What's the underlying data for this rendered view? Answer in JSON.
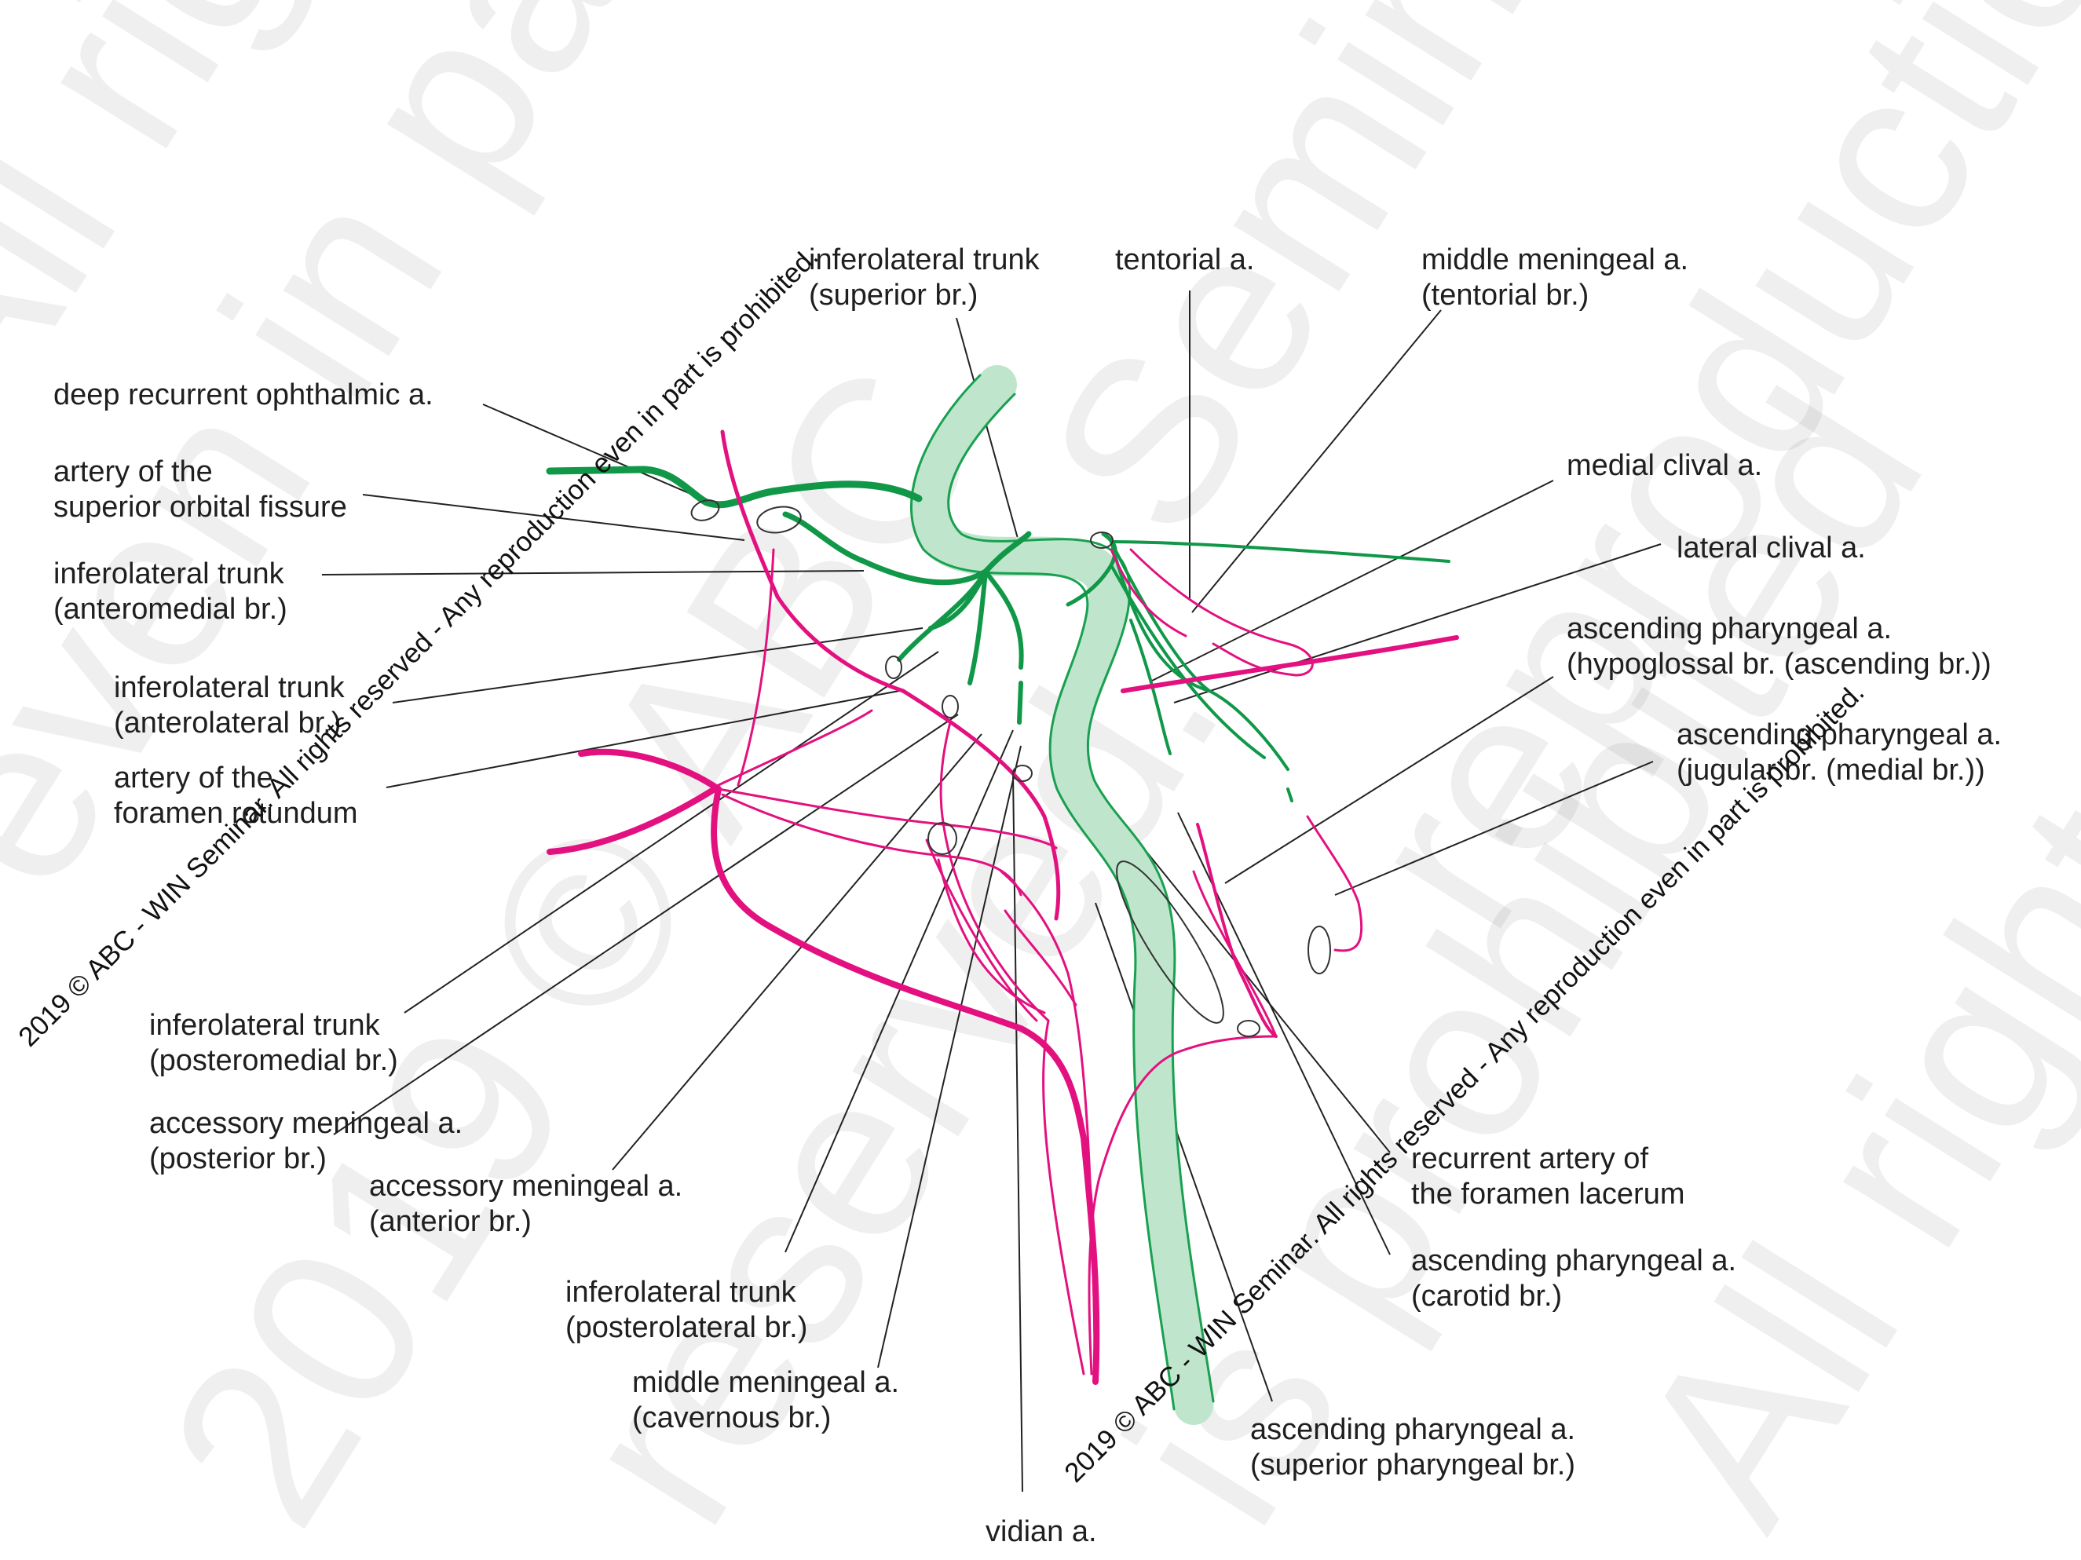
{
  "watermark": {
    "background_lines": [
      "All rights",
      "even in part",
      "2019 © ABC",
      "reserved.",
      "Seminar",
      "reproduction",
      "is prohibited",
      "All rights"
    ]
  },
  "copyright_notices": [
    "2019 © ABC - WIN Seminar. All rights reserved - Any reproduction even in part is prohibited.",
    "2019 © ABC - WIN Seminar. All rights reserved - Any reproduction even in part is prohibited."
  ],
  "colors": {
    "internal_carotid": "#bfe6cc",
    "green_vessels": "#109848",
    "pink_vessels": "#e3117f",
    "leader_lines": "#222222"
  },
  "labels": {
    "deep_recurrent_ophthalmic": [
      "deep recurrent ophthalmic a."
    ],
    "sup_orbital_fissure": [
      "artery of the",
      "superior orbital fissure"
    ],
    "ilt_anteromedial": [
      "inferolateral trunk",
      "(anteromedial br.)"
    ],
    "ilt_anterolateral": [
      "inferolateral trunk",
      "(anterolateral br.)"
    ],
    "foramen_rotundum": [
      "artery of the",
      "foramen rotundum"
    ],
    "ilt_posteromedial": [
      "inferolateral trunk",
      "(posteromedial br.)"
    ],
    "acc_meningeal_posterior": [
      "accessory meningeal a.",
      "(posterior br.)"
    ],
    "acc_meningeal_anterior": [
      "accessory meningeal a.",
      "(anterior br.)"
    ],
    "ilt_posterolateral": [
      "inferolateral trunk",
      "(posterolateral br.)"
    ],
    "mma_cavernous": [
      "middle meningeal a.",
      "(cavernous br.)"
    ],
    "vidian": [
      "vidian a."
    ],
    "ilt_superior": [
      "inferolateral trunk",
      "(superior br.)"
    ],
    "tentorial": [
      "tentorial a."
    ],
    "mma_tentorial": [
      "middle meningeal a.",
      "(tentorial br.)"
    ],
    "medial_clival": [
      "medial clival a."
    ],
    "lateral_clival": [
      "lateral clival a."
    ],
    "apa_hypoglossal": [
      "ascending pharyngeal a.",
      "(hypoglossal br. (ascending br.))"
    ],
    "apa_jugular": [
      "ascending pharyngeal a.",
      "(jugular br. (medial br.))"
    ],
    "recurrent_foramen_lacerum": [
      "recurrent artery of",
      "the foramen lacerum"
    ],
    "apa_carotid": [
      "ascending pharyngeal a.",
      "(carotid br.)"
    ],
    "apa_superior_pharyngeal": [
      "ascending pharyngeal a.",
      "(superior pharyngeal br.)"
    ]
  }
}
